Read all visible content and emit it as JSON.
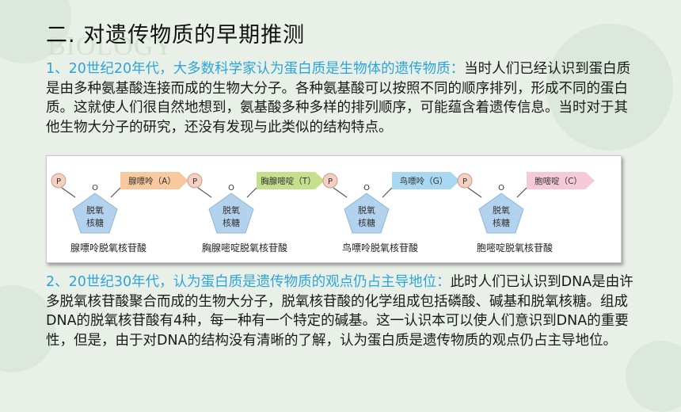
{
  "watermark": "BIOLOGY",
  "title": "二. 对遗传物质的早期推测",
  "para1": {
    "lead": "1、20世纪20年代，大多数科学家认为蛋白质是生物体的遗传物质：",
    "body": "当时人们已经认识到蛋白质是由多种氨基酸连接而成的生物大分子。各种氨基酸可以按照不同的顺序排列，形成不同的蛋白质。这就使人们很自然地想到，氨基酸多种多样的排列顺序，可能蕴含着遗传信息。当时对于其他生物大分子的研究，还没有发现与此类似的结构特点。"
  },
  "figure": {
    "phosphate": "P",
    "oxygen": "O",
    "sugar_line1": "脱氧",
    "sugar_line2": "核糖",
    "nucleotides": [
      {
        "base": "腺嘌呤（A）",
        "name": "腺嘌呤脱氧核苷酸",
        "color": "#f8c99e"
      },
      {
        "base": "胸腺嘧啶（T）",
        "name": "胸腺嘧啶脱氧核苷酸",
        "color": "#c6df8c"
      },
      {
        "base": "鸟嘌呤（G）",
        "name": "鸟嘌呤脱氧核苷酸",
        "color": "#a9d8f2"
      },
      {
        "base": "胞嘧啶（C）",
        "name": "胞嘧啶脱氧核苷酸",
        "color": "#f6c9d9"
      }
    ],
    "colors": {
      "phosphate": "#f5d0c2",
      "sugar": "#b3d2ee"
    }
  },
  "para2": {
    "lead": "2、20世纪30年代，认为蛋白质是遗传物质的观点仍占主导地位：",
    "body": "此时人们已认识到DNA是由许多脱氧核苷酸聚合而成的生物大分子，脱氧核苷酸的化学组成包括磷酸、碱基和脱氧核糖。组成DNA的脱氧核苷酸有4种，每一种有一个特定的碱基。这一认识本可以使人们意识到DNA的重要性，但是，由于对DNA的结构没有清晰的了解，认为蛋白质是遗传物质的观点仍占主导地位。"
  }
}
